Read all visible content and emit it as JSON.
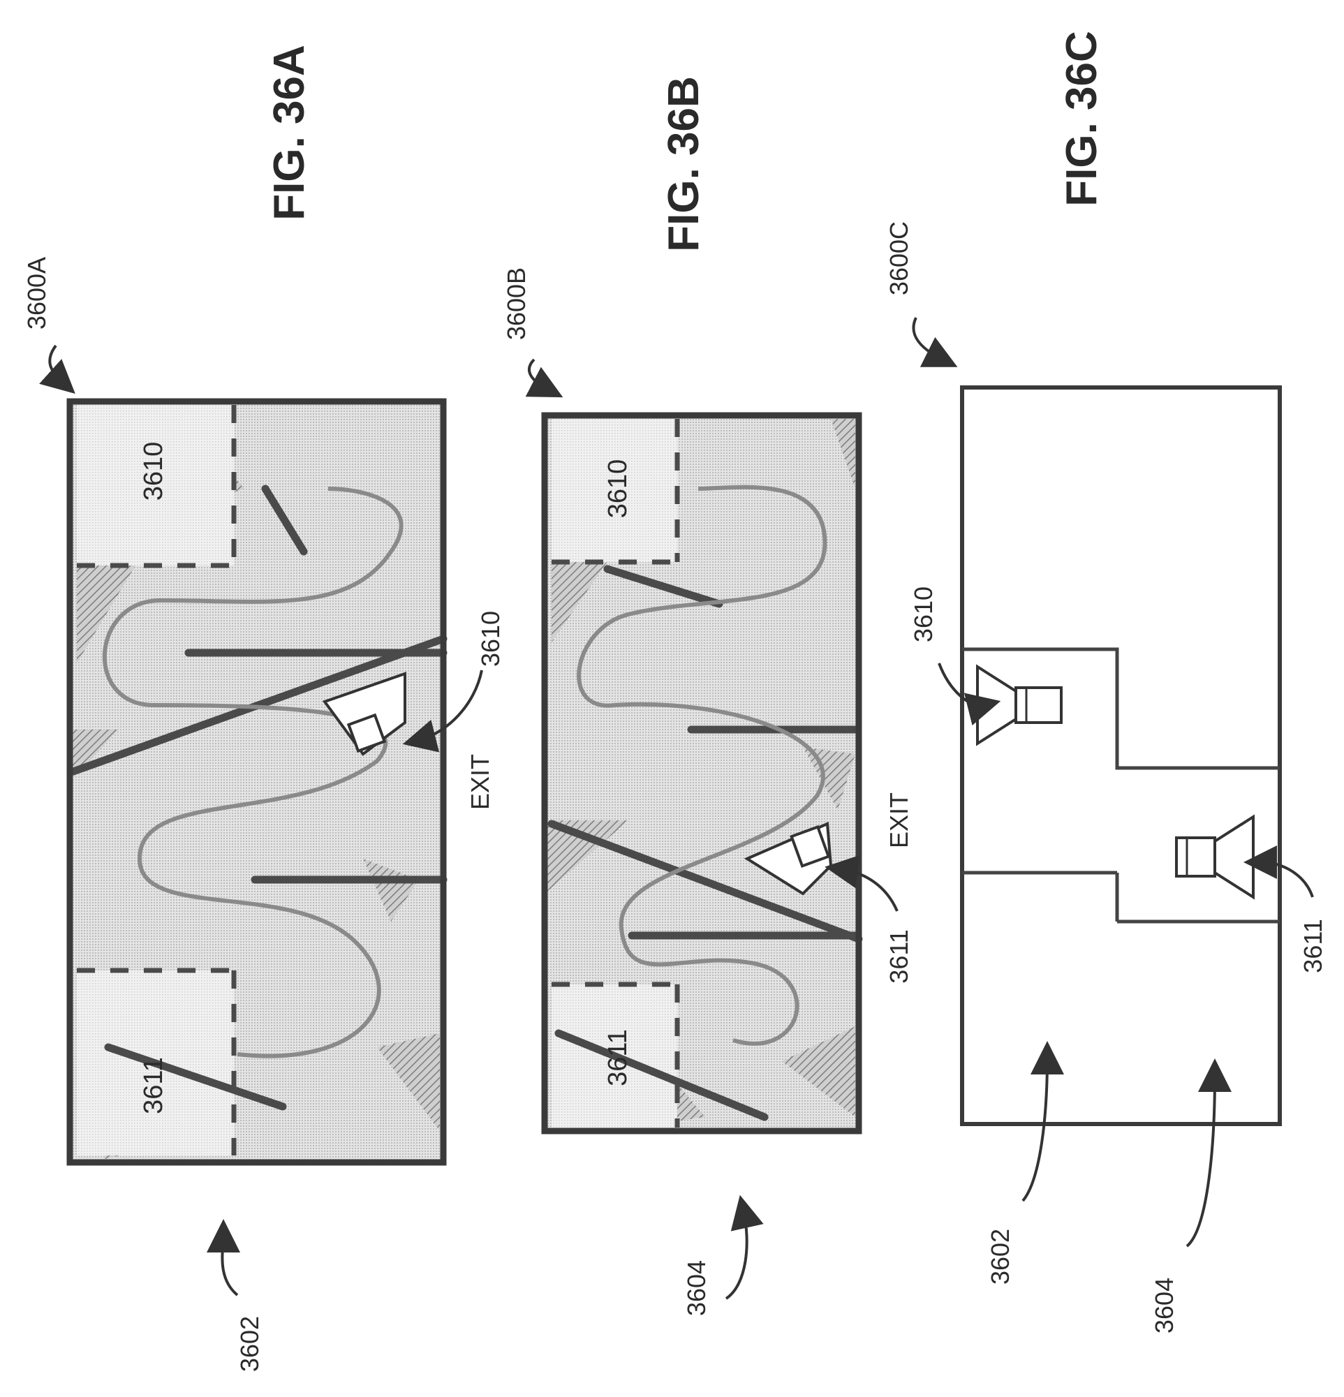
{
  "figures": [
    {
      "title": "FIG. 36A",
      "ref": "3600A",
      "rooms": [
        "3611",
        "3610"
      ],
      "exit_label": "EXIT",
      "speaker_label": "3610",
      "area_label": "3602"
    },
    {
      "title": "FIG. 36B",
      "ref": "3600B",
      "rooms": [
        "3611",
        "3610"
      ],
      "exit_label": "EXIT",
      "speaker_label": "3611",
      "area_label": "3604"
    },
    {
      "title": "FIG. 36C",
      "ref": "3600C",
      "speaker_a_label": "3610",
      "speaker_b_label": "3611",
      "zone_a_label": "3602",
      "zone_b_label": "3604"
    }
  ],
  "colors": {
    "ink": "#3a3a3a",
    "shade": "#d4d4d4",
    "hatch": "#9a9a9a",
    "room": "#eeeeee"
  }
}
